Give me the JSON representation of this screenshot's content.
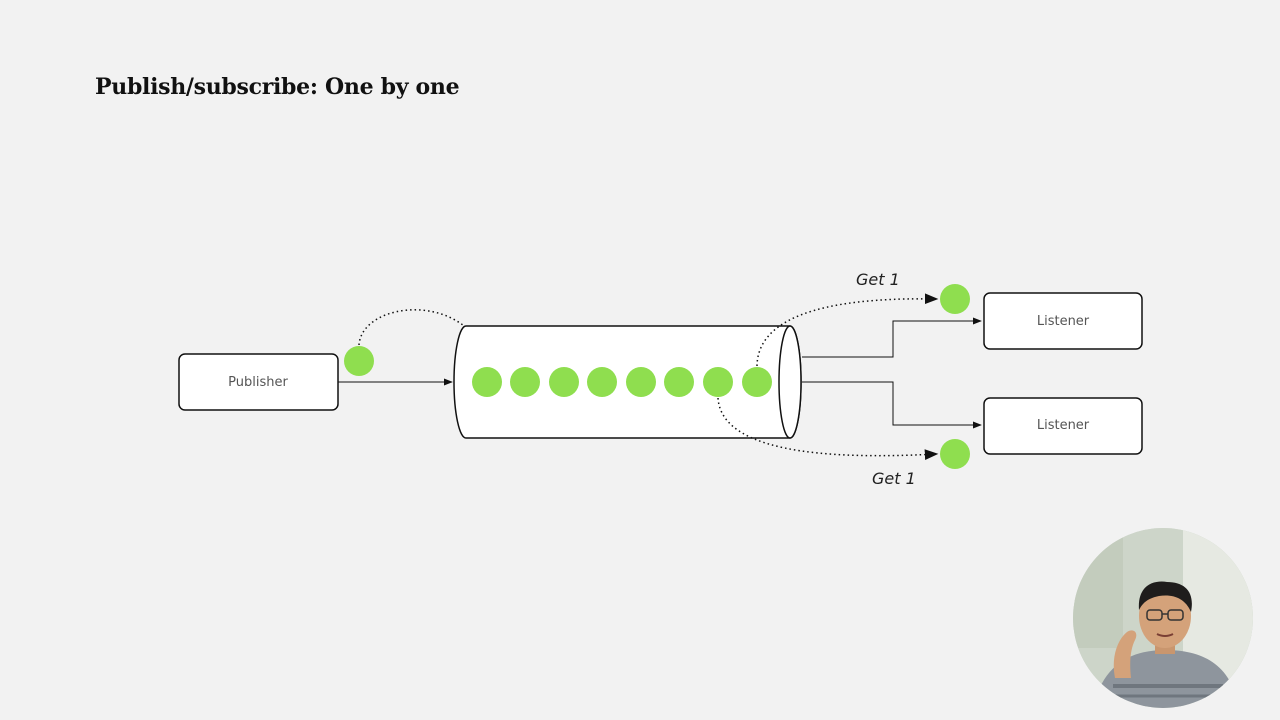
{
  "slide": {
    "title": "Publish/subscribe: One by one"
  },
  "diagram": {
    "publisher_label": "Publisher",
    "listener_top_label": "Listener",
    "listener_bottom_label": "Listener",
    "get_top_label": "Get 1",
    "get_bottom_label": "Get 1",
    "queue_message_count": 8,
    "message_color": "#8fde4f"
  },
  "webcam": {
    "present": true
  }
}
